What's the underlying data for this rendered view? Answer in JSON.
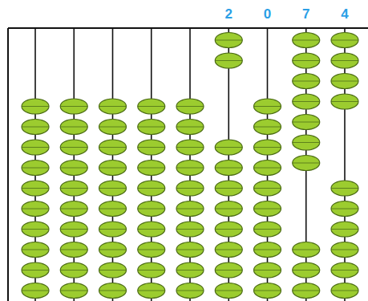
{
  "diagram": {
    "labels": [
      "2",
      "0",
      "7",
      "4"
    ]
  }
}
